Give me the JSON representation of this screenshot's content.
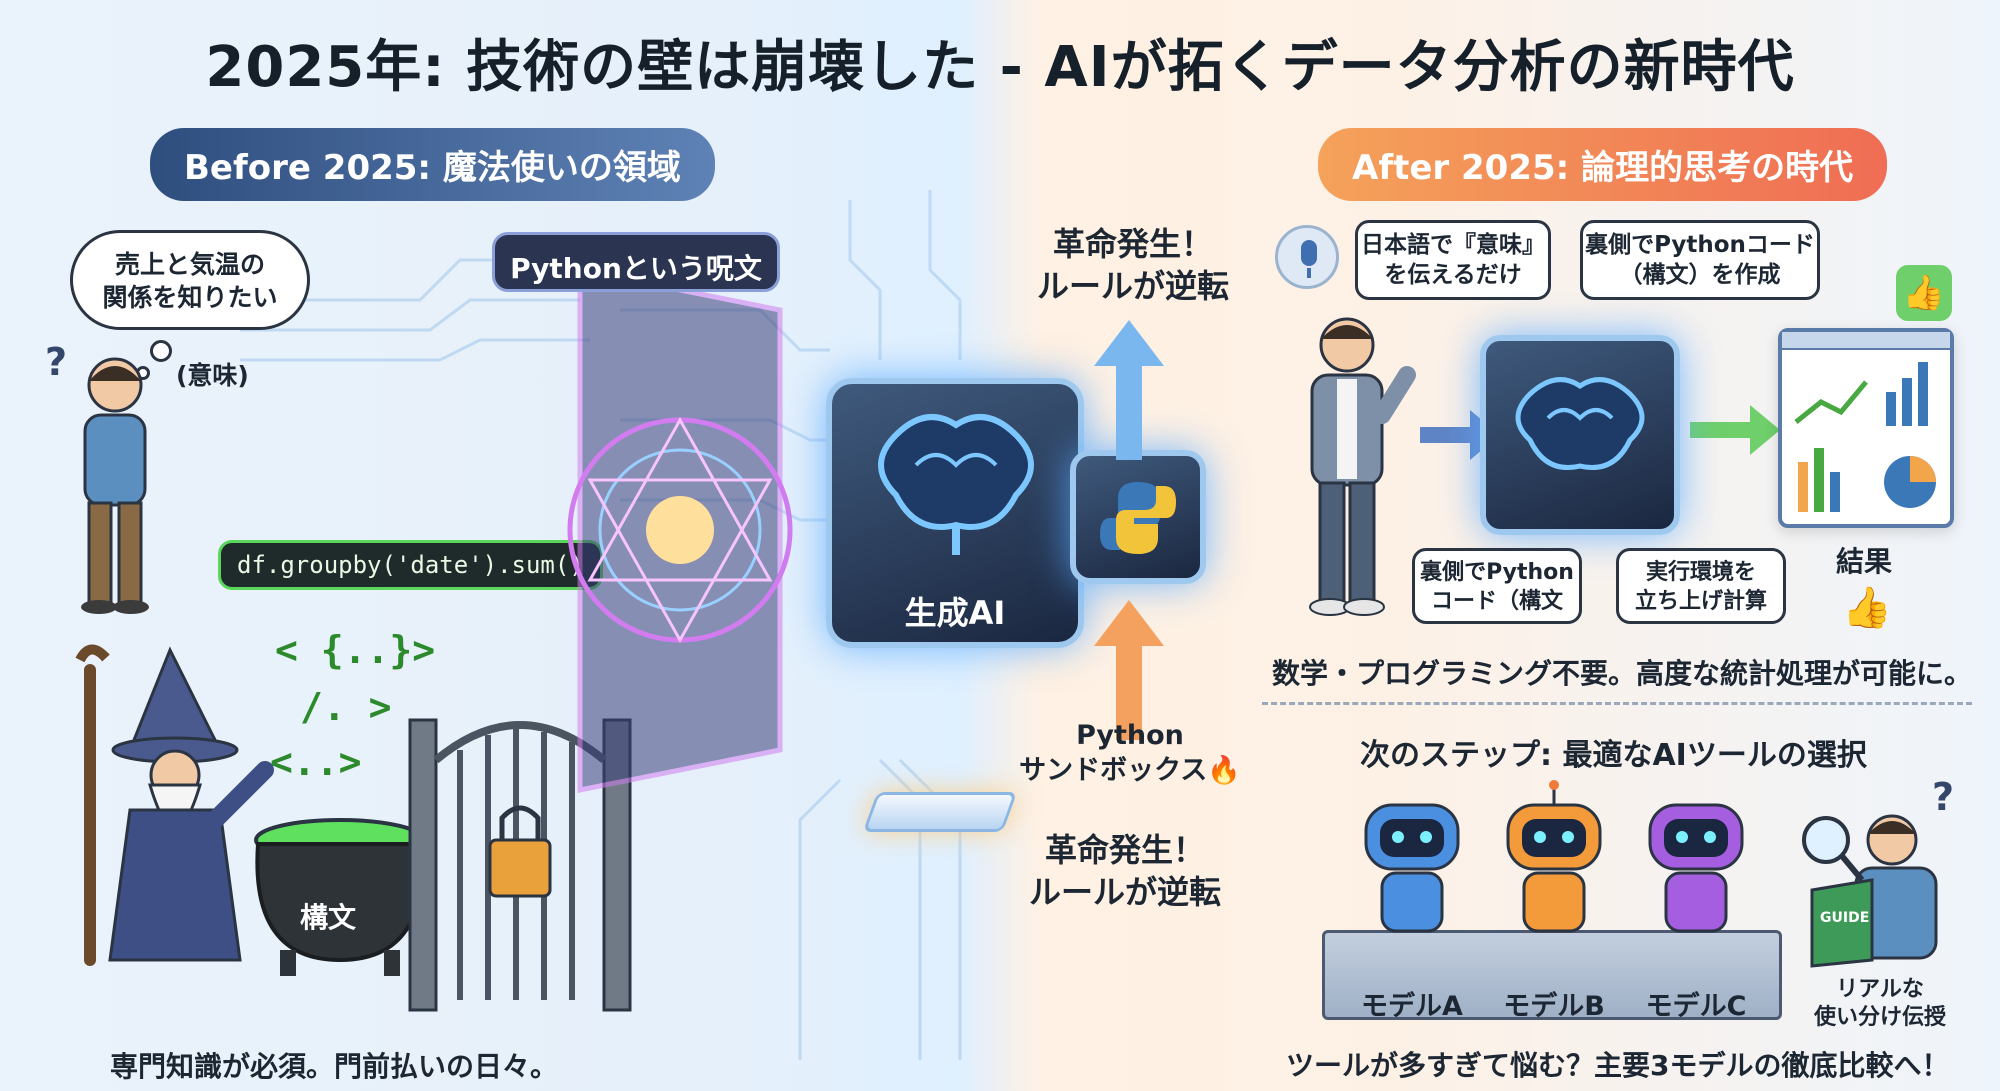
{
  "title": "2025年: 技術の壁は崩壊した - AIが拓くデータ分析の新時代",
  "before": {
    "heading": "Before 2025: 魔法使いの領域",
    "thought": "売上と気温の\n関係を知りたい",
    "meaning": "(意味)",
    "spell_tag": "Pythonという呪文",
    "code": "df.groupby('date').sum()",
    "floating_code": [
      "< {..}>",
      "/. >",
      "<..>"
    ],
    "cauldron": "構文",
    "caption": "専門知識が必須。門前払いの日々。"
  },
  "center": {
    "chip_label": "生成AI",
    "revolution_top": "革命発生！\nルールが逆転",
    "sandbox": "Python\nサンドボックス🔥",
    "revolution_bottom": "革命発生！\nルールが逆転"
  },
  "after": {
    "heading": "After 2025: 論理的思考の時代",
    "speech": "日本語で『意味』\nを伝えるだけ",
    "behind_top": "裏側でPythonコード\n（構文）を作成",
    "behind_left": "裏側でPython\nコード（構文",
    "exec_env": "実行環境を\n立ち上げ計算",
    "result": "結果",
    "caption": "数学・プログラミング不要。高度な統計処理が可能に。",
    "next_heading": "次のステップ: 最適なAIツールの選択",
    "models": [
      "モデルA",
      "モデルB",
      "モデルC"
    ],
    "guide_book": "GUIDE",
    "guide_note": "リアルな\n使い分け伝授",
    "bottom_caption": "ツールが多すぎて悩む？主要3モデルの徹底比較へ！"
  },
  "colors": {
    "before_accent": "#2e4e7e",
    "after_accent": "#ef6d54",
    "glow": "#5aaaff",
    "magic_green": "#5ad65a"
  }
}
